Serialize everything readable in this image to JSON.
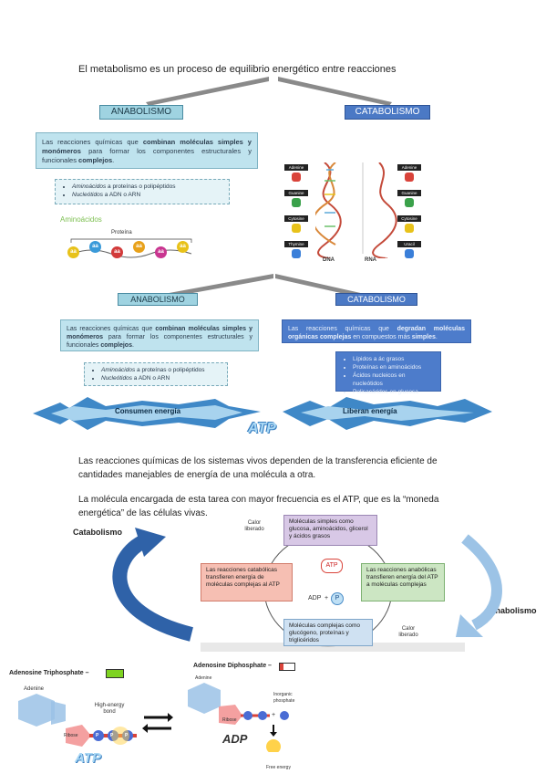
{
  "page_title": "El metabolismo es un proceso de equilibrio energético entre reacciones",
  "top": {
    "anabolismo_title": "ANABOLISMO",
    "catabolismo_title": "CATABOLISMO",
    "desc_a": "Las reacciones químicas que ",
    "desc_b": "combinan moléculas simples y monómeros",
    "desc_c": " para formar los componentes estructurales y funcionales ",
    "desc_d": "complejos",
    "desc_e": ".",
    "bullet1_it": "Aminoácidos",
    "bullet1_rest": " a proteínas o polipéptidos",
    "bullet2_it": "Nucleótidos",
    "bullet2_rest": " a ADN o ARN",
    "aminoacidos_label": "Aminoácidos",
    "proteina_label": "Proteína",
    "aa_label": "aa",
    "aa_colors": [
      "#e8c21a",
      "#3a9ad9",
      "#d23a3a",
      "#e8a11a",
      "#c93590",
      "#e8c21a"
    ],
    "dna_label": "DNA",
    "rna_label": "RNA",
    "bases_dna": [
      "Adenine",
      "Guanine",
      "Cytosine",
      "Thymine"
    ],
    "bases_rna": [
      "Adenine",
      "Guanine",
      "Cytosine",
      "Uracil"
    ],
    "base_colors": [
      "#d9433a",
      "#3aa14a",
      "#e8c21a",
      "#3a7fd9"
    ]
  },
  "mid": {
    "anabolismo_title": "ANABOLISMO",
    "catabolismo_title": "CATABOLISMO",
    "ana_desc_a": "Las reacciones químicas que ",
    "ana_desc_b": "combinan moléculas simples y monómeros",
    "ana_desc_c": " para formar los componentes estructurales y funcionales ",
    "ana_desc_d": "complejos",
    "ana_desc_e": ".",
    "ana_b1_it": "Aminoácidos",
    "ana_b1_rest": " a proteínas o polipéptidos",
    "ana_b2_it": "Nucleótidos",
    "ana_b2_rest": " a ADN o ARN",
    "cat_desc_a": "Las reacciones químicas que ",
    "cat_desc_b": "degradan moléculas orgánicas complejas",
    "cat_desc_c": " en compuestos más ",
    "cat_desc_d": "simples",
    "cat_desc_e": ".",
    "cat_bullets": [
      "Lípidos a ác grasos",
      "Proteínas en aminoácidos",
      "Ácidos nucleicos en nucleótidos",
      "Polisacáridos en glucosa"
    ],
    "consumen": "Consumen energía",
    "liberan": "Liberan energía",
    "atp": "ATP"
  },
  "text": {
    "p1": "Las reacciones químicas de los sistemas vivos dependen de la transferencia eficiente de cantidades manejables de energía de una molécula a otra.",
    "p2": "La molécula encargada de esta tarea con mayor frecuencia es el ATP, que es la “moneda energética” de las células vivas."
  },
  "cycle": {
    "catabolismo": "Catabolismo",
    "anabolismo": "Anabolismo",
    "simples": "Moléculas simples como glucosa, aminoácidos, glicerol y ácidos grasos",
    "catabolic": "Las reacciones catabólicas transfieren energía de moléculas complejas al ATP",
    "anabolic": "Las reacciones anabólicas transfieren energía del ATP a moléculas complejas",
    "complejas": "Moléculas complejas como glucógeno, proteínas y triglicéridos",
    "calor1": "Calor liberado",
    "calor2": "Calor liberado",
    "atp": "ATP",
    "adp": "ADP",
    "p": "P",
    "plus": "+"
  },
  "bottom": {
    "atp_title": "Adenosine Triphosphate –",
    "adp_title": "Adenosine Diphosphate –",
    "adenine": "Adenine",
    "adenine2": "Adenine",
    "high_energy": "High-energy bond",
    "ribose": "Ribose",
    "ribose2": "Ribose",
    "p": "P",
    "inorganic": "Inorganic phosphate",
    "plus": "+",
    "atp_big": "ATP",
    "adp_big": "ADP",
    "free_energy": "Free energy"
  }
}
